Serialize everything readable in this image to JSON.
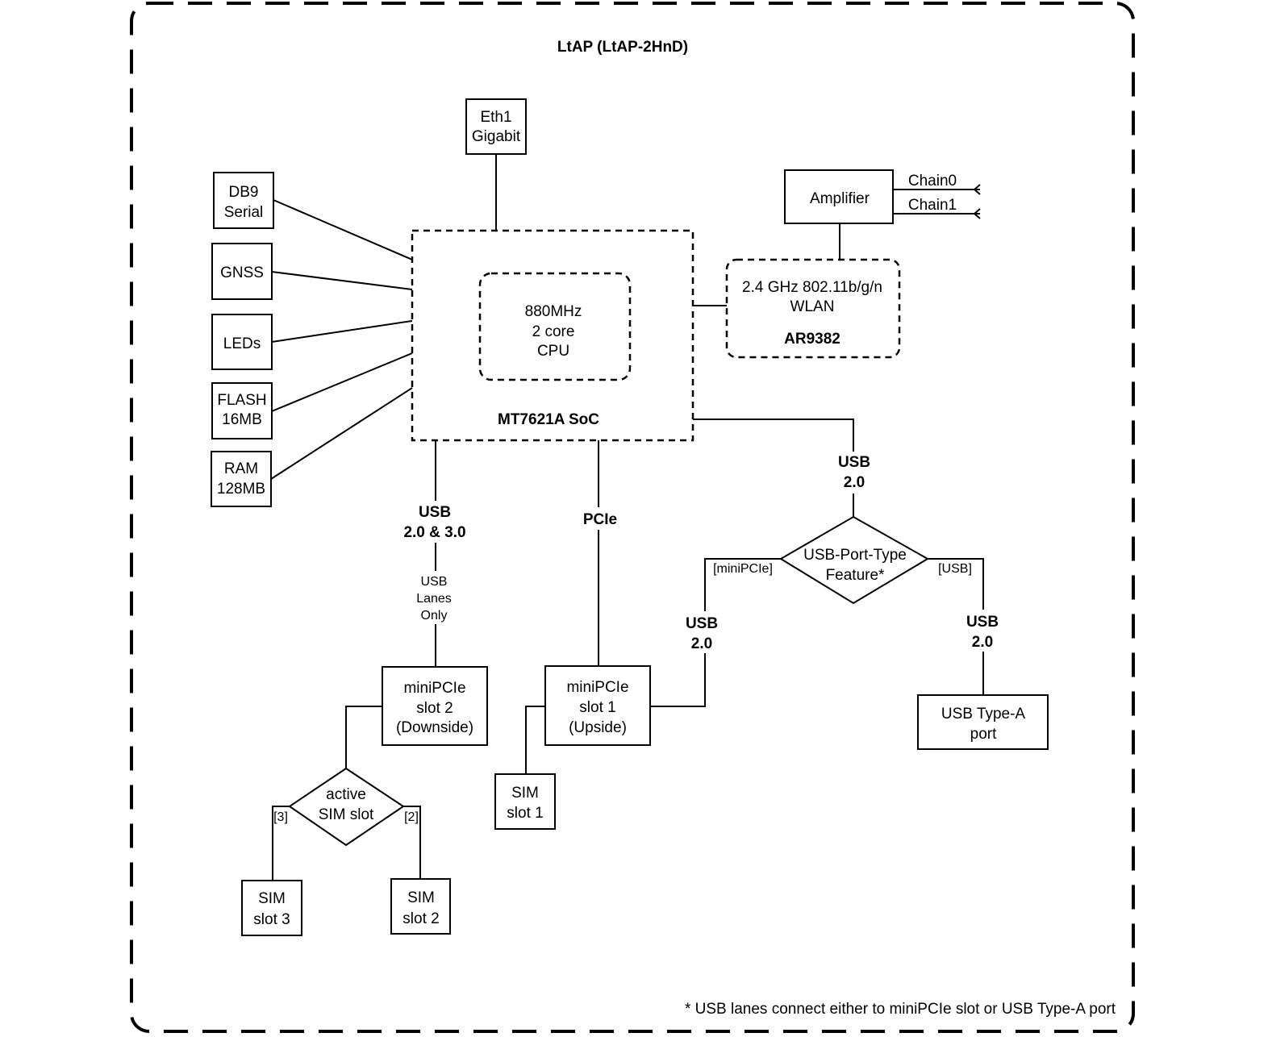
{
  "title": "LtAP (LtAP-2HnD)",
  "footnote": "* USB lanes connect either to miniPCIe slot or USB Type-A port",
  "soc": {
    "core_lines": [
      "880MHz",
      "2 core",
      "CPU"
    ],
    "name": "MT7621A SoC"
  },
  "eth": [
    "Eth1",
    "Gigabit"
  ],
  "peripherals": {
    "db9": [
      "DB9",
      "Serial"
    ],
    "gnss": [
      "GNSS"
    ],
    "leds": [
      "LEDs"
    ],
    "flash": [
      "FLASH",
      "16MB"
    ],
    "ram": [
      "RAM",
      "128MB"
    ]
  },
  "wlan": {
    "lines": [
      "2.4 GHz 802.11b/g/n",
      "WLAN"
    ],
    "chip": "AR9382"
  },
  "amplifier": "Amplifier",
  "chains": [
    "Chain0",
    "Chain1"
  ],
  "bus_labels": {
    "usb23": [
      "USB",
      "2.0 & 3.0"
    ],
    "usb_lanes_only": [
      "USB",
      "Lanes",
      "Only"
    ],
    "pcie": "PCIe",
    "usb_soc": [
      "USB",
      "2.0"
    ],
    "usb_minipcie": [
      "USB",
      "2.0"
    ],
    "usb_typea": [
      "USB",
      "2.0"
    ]
  },
  "port_type": {
    "lines": [
      "USB-Port-Type",
      "Feature*"
    ],
    "left": "[miniPCIe]",
    "right": "[USB]"
  },
  "slot2": [
    "miniPCIe",
    "slot 2",
    "(Downside)"
  ],
  "slot1": [
    "miniPCIe",
    "slot 1",
    "(Upside)"
  ],
  "usb_typea_port": [
    "USB Type-A",
    "port"
  ],
  "sim_select": {
    "lines": [
      "active",
      "SIM slot"
    ],
    "left": "[3]",
    "right": "[2]"
  },
  "sim_slot1": [
    "SIM",
    "slot 1"
  ],
  "sim_slot2": [
    "SIM",
    "slot 2"
  ],
  "sim_slot3": [
    "SIM",
    "slot 3"
  ]
}
